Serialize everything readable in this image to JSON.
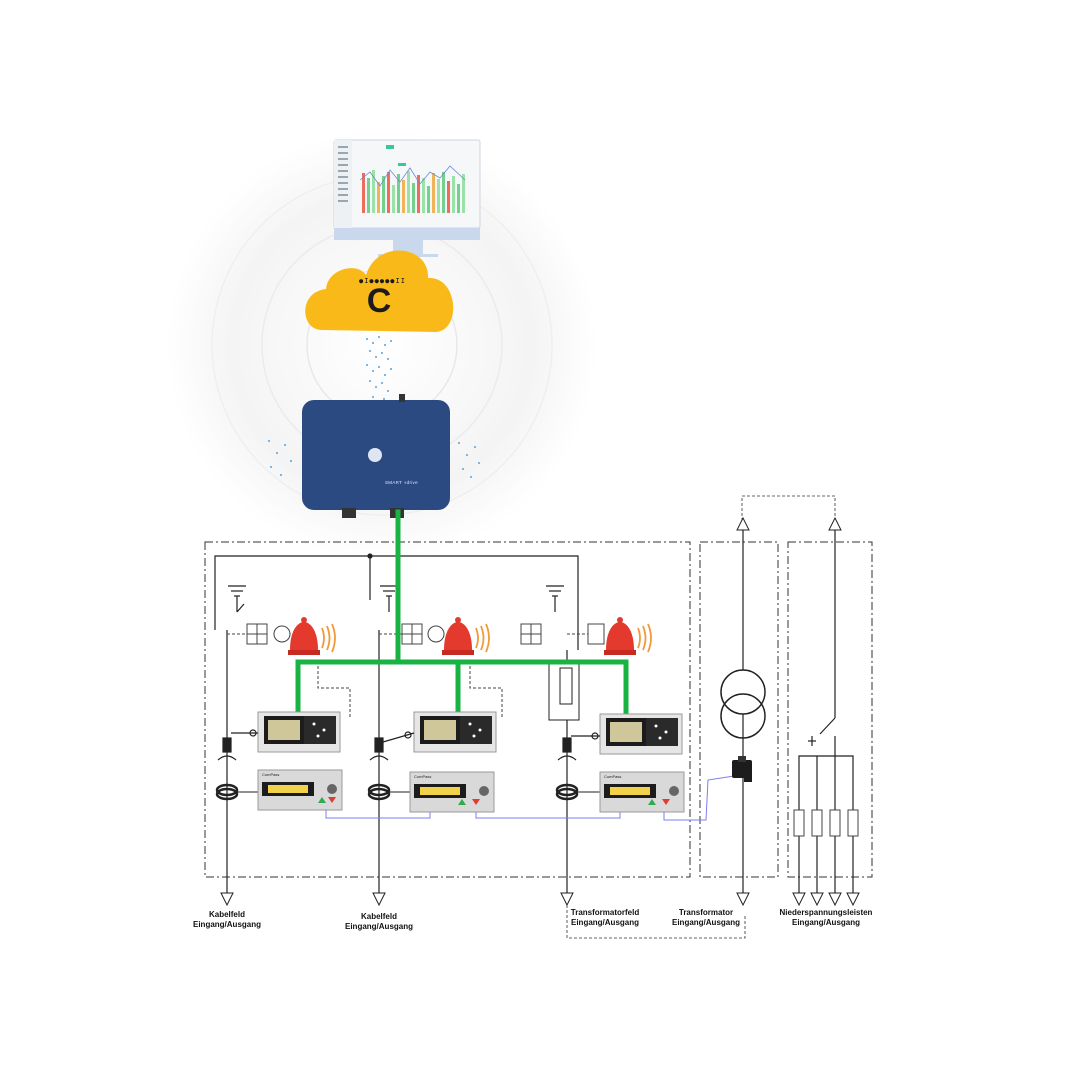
{
  "cloud": {
    "logo_letter": "C",
    "logo_dots": "●I●●●●●II"
  },
  "gateway": {
    "brand_label": "SMART ◖drive"
  },
  "meters": [
    {
      "brand": "ComPass"
    },
    {
      "brand": "ComPass"
    },
    {
      "brand": "ComPass"
    }
  ],
  "labels": {
    "kabelfeld_1": {
      "line1": "Kabelfeld",
      "line2": "Eingang/Ausgang"
    },
    "kabelfeld_2": {
      "line1": "Kabelfeld",
      "line2": "Eingang/Ausgang"
    },
    "transformatorfeld": {
      "line1": "Transformatorfeld",
      "line2": "Eingang/Ausgang"
    },
    "transformator": {
      "line1": "Transformator",
      "line2": "Eingang/Ausgang"
    },
    "niederspannung": {
      "line1": "Niederspannungsleisten",
      "line2": "Eingang/Ausgang"
    }
  },
  "colors": {
    "bus_green": "#19b343",
    "gateway_blue": "#2c4a82",
    "cloud_yellow": "#f9b919",
    "alarm_red": "#e43a2e",
    "alarm_orange": "#f09a3a",
    "signal_blue": "#7d7df2"
  }
}
